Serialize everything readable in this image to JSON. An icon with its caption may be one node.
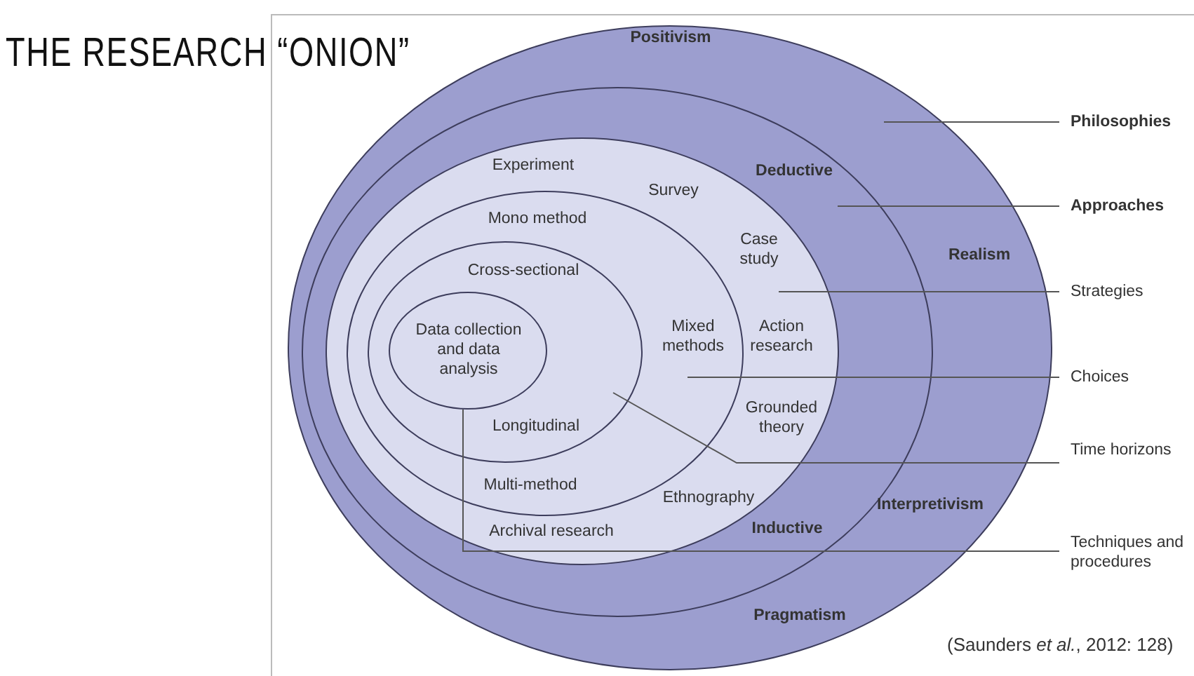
{
  "diagram": {
    "title": "THE RESEARCH “ONION”",
    "caption": "(Saunders *et al.*, 2012: 128)",
    "nodes": [
      {
        "text": [
          "Positivism",
          "Realism",
          "Interpretivism",
          "Pragmatism"
        ]
      },
      {
        "text": [
          "Deductive",
          "Inductive"
        ],
        "in": 0
      },
      {
        "text": [
          "Experiment",
          "Survey",
          "Case study",
          "Action research",
          "Grounded theory",
          "Ethnography",
          "Archival research"
        ],
        "in": 1
      },
      {
        "text": [
          "Mono method",
          "Mixed methods",
          "Multi-method"
        ],
        "in": 2
      },
      {
        "text": [
          "Cross-sectional",
          "Longitudinal"
        ],
        "in": 3
      },
      {
        "text": [
          "Data collection and data analysis"
        ],
        "in": 4
      },
      {
        "text": [
          "Philosophies"
        ]
      },
      {
        "text": [
          "Approaches"
        ]
      },
      {
        "text": [
          "Strategies"
        ]
      },
      {
        "text": [
          "Choices"
        ]
      },
      {
        "text": [
          "Time horizons"
        ]
      },
      {
        "text": [
          "Techniques and procedures"
        ]
      }
    ],
    "edges": [
      {
        "from": 6,
        "to": 0,
        "arrow": "none"
      },
      {
        "from": 7,
        "to": 1,
        "arrow": "none"
      },
      {
        "from": 8,
        "to": 2,
        "arrow": "none"
      },
      {
        "from": 9,
        "to": 3,
        "arrow": "none"
      },
      {
        "from": 10,
        "to": 4,
        "arrow": "none"
      },
      {
        "from": 11,
        "to": 5,
        "arrow": "none"
      }
    ]
  }
}
